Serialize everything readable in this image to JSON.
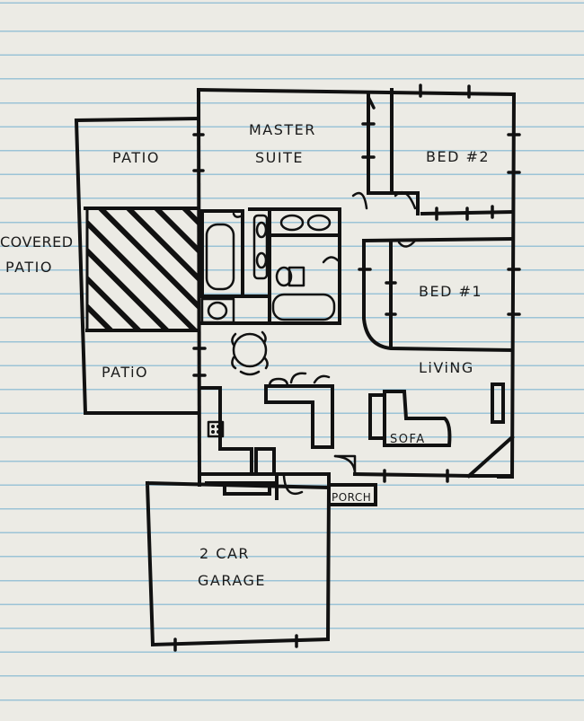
{
  "labels": {
    "master_suite_line1": "MASTER",
    "master_suite_line2": "SUITE",
    "bed2": "BED #2",
    "bed1": "BED #1",
    "patio_top": "PATIO",
    "patio_bottom": "PATiO",
    "covered_patio_line1": "COVERED",
    "covered_patio_line2": "PATIO",
    "living": "LiViNG",
    "sofa": "SOFA",
    "porch": "PORCH",
    "garage_line1": "2 CAR",
    "garage_line2": "GARAGE"
  },
  "colors": {
    "ink": "#111111",
    "paper": "#ecebe5",
    "ruled_line": "#9bc3d6"
  }
}
